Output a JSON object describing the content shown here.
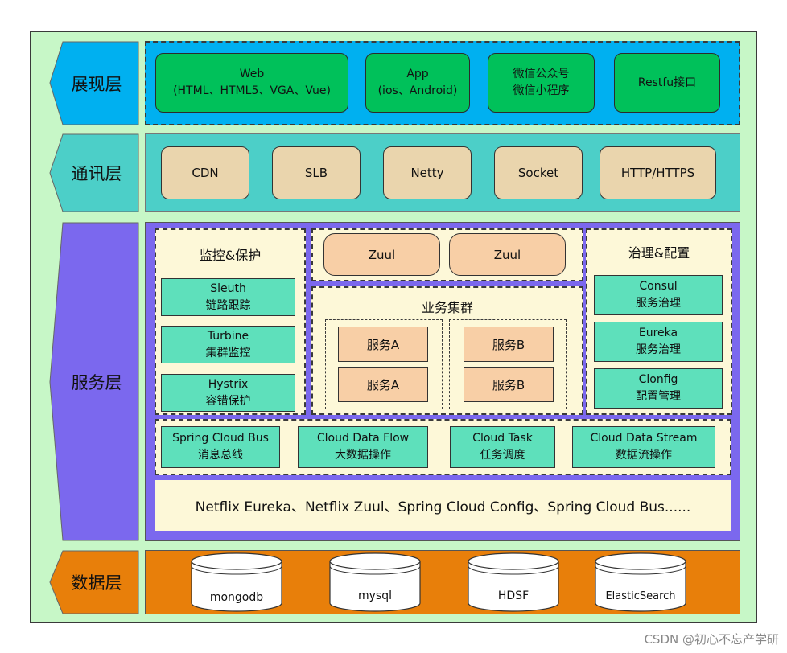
{
  "layers": {
    "presentation": "展现层",
    "communication": "通讯层",
    "service": "服务层",
    "data": "数据层"
  },
  "presentation_items": [
    {
      "line1": "Web",
      "line2": "(HTML、HTML5、VGA、Vue)"
    },
    {
      "line1": "App",
      "line2": "(ios、Android)"
    },
    {
      "line1": "微信公众号",
      "line2": "微信小程序"
    },
    {
      "line1": "Restfu接口",
      "line2": ""
    }
  ],
  "communication_items": [
    "CDN",
    "SLB",
    "Netty",
    "Socket",
    "HTTP/HTTPS"
  ],
  "monitor": {
    "title": "监控&保护",
    "items": [
      {
        "name": "Sleuth",
        "desc": "链路跟踪"
      },
      {
        "name": "Turbine",
        "desc": "集群监控"
      },
      {
        "name": "Hystrix",
        "desc": "容错保护"
      }
    ]
  },
  "gateway": [
    "Zuul",
    "Zuul"
  ],
  "cluster": {
    "title": "业务集群",
    "group_a": [
      "服务A",
      "服务A"
    ],
    "group_b": [
      "服务B",
      "服务B"
    ]
  },
  "governance": {
    "title": "治理&配置",
    "items": [
      {
        "name": "Consul",
        "desc": "服务治理"
      },
      {
        "name": "Eureka",
        "desc": "服务治理"
      },
      {
        "name": "Clonfig",
        "desc": "配置管理"
      }
    ]
  },
  "spring_items": [
    {
      "name": "Spring Cloud Bus",
      "desc": "消息总线"
    },
    {
      "name": "Cloud Data Flow",
      "desc": "大数据操作"
    },
    {
      "name": "Cloud Task",
      "desc": "任务调度"
    },
    {
      "name": "Cloud Data Stream",
      "desc": "数据流操作"
    }
  ],
  "netflix_text": "Netflix Eureka、Netflix Zuul、Spring Cloud Config、Spring Cloud Bus......",
  "data_stores": [
    "mongodb",
    "mysql",
    "HDSF",
    "ElasticSearch"
  ],
  "watermark": "CSDN @初心不忘产学研",
  "colors": {
    "frame_bg": "#c7f7c7",
    "presentation_bg": "#00b0f0",
    "presentation_box": "#00c15a",
    "communication_bg": "#4ccfc8",
    "communication_box": "#ead5ad",
    "service_bg": "#7b68ee",
    "data_bg": "#e87f0a",
    "label_bg": "#4ccfc8",
    "service_label_bg": "#7b68ee",
    "data_label_bg": "#e87f0a"
  }
}
